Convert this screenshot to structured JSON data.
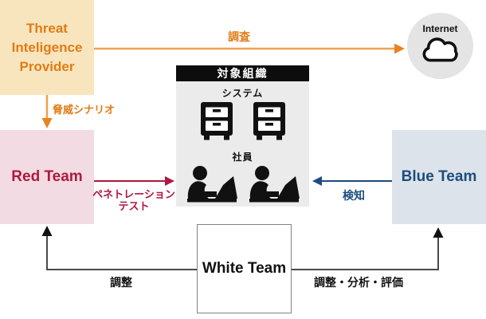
{
  "diagram_title": "red-team-blue-team-exercise-diagram",
  "colors": {
    "orange_text": "#e07c15",
    "orange_line": "#f0a050",
    "orange_head": "#e8831f",
    "red_text": "#ae1841",
    "red_box_bg": "#f2dbe2",
    "blue_text": "#1c4d7d",
    "blue_box_bg": "#dce3ea",
    "beige_box_bg": "#f8e5bd",
    "org_box_bg": "#ebebeb",
    "org_header_bg": "#0d0d0d",
    "internet_circle_bg": "#e4e4e4",
    "black_line": "#4a4a4a",
    "white_box_border": "#828282"
  },
  "nodes": {
    "threat_provider": {
      "lines": [
        "Threat",
        "Inteligence",
        "Provider"
      ]
    },
    "red_team": {
      "label": "Red Team"
    },
    "blue_team": {
      "label": "Blue Team"
    },
    "white_team": {
      "label": "White Team"
    },
    "internet": {
      "label": "Internet",
      "icon": "cloud-icon"
    },
    "target_org": {
      "title": "対象組織",
      "system_label": "システム",
      "system_icons": [
        "server-icon",
        "server-icon"
      ],
      "staff_label": "社員",
      "staff_icons": [
        "person-laptop-icon",
        "person-laptop-icon"
      ]
    }
  },
  "edges": {
    "survey": {
      "label": "調査",
      "from": "threat_provider",
      "to": "internet"
    },
    "threat_scenario": {
      "label": "脅威シナリオ",
      "from": "threat_provider",
      "to": "red_team"
    },
    "pentest": {
      "lines": [
        "ペネトレーション",
        "テスト"
      ],
      "from": "red_team",
      "to": "target_org"
    },
    "detection": {
      "label": "検知",
      "from": "blue_team",
      "to": "target_org"
    },
    "coordination_left": {
      "label": "調整",
      "from": "white_team",
      "to": "red_team"
    },
    "coordination_right": {
      "label": "調整・分析・評価",
      "from": "white_team",
      "to": "blue_team"
    }
  }
}
